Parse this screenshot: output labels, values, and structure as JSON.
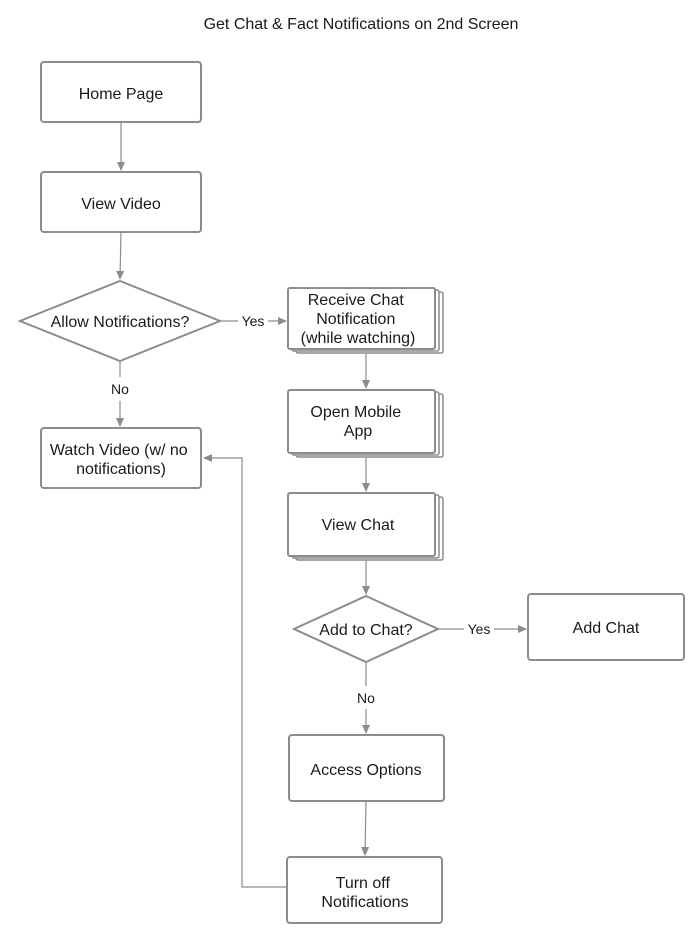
{
  "title": "Get Chat & Fact Notifications on 2nd Screen",
  "colors": {
    "stroke": "#8c8c8c",
    "text": "#1a1a1a",
    "background": "#ffffff"
  },
  "nodes": {
    "home_page": {
      "lines": [
        "Home Page"
      ]
    },
    "view_video": {
      "lines": [
        "View Video"
      ]
    },
    "allow_notifications": {
      "lines": [
        "Allow Notifications?"
      ]
    },
    "receive_chat": {
      "lines": [
        "Receive Chat",
        "Notification",
        "(while watching)"
      ]
    },
    "watch_video": {
      "lines": [
        "Watch Video (w/ no",
        "notifications)"
      ]
    },
    "open_mobile_app": {
      "lines": [
        "Open Mobile",
        "App"
      ]
    },
    "view_chat": {
      "lines": [
        "View Chat"
      ]
    },
    "add_to_chat": {
      "lines": [
        "Add to Chat?"
      ]
    },
    "add_chat": {
      "lines": [
        "Add Chat"
      ]
    },
    "access_options": {
      "lines": [
        "Access Options"
      ]
    },
    "turn_off": {
      "lines": [
        "Turn off",
        "Notifications"
      ]
    }
  },
  "edge_labels": {
    "allow_yes": "Yes",
    "allow_no": "No",
    "add_yes": "Yes",
    "add_no": "No"
  }
}
